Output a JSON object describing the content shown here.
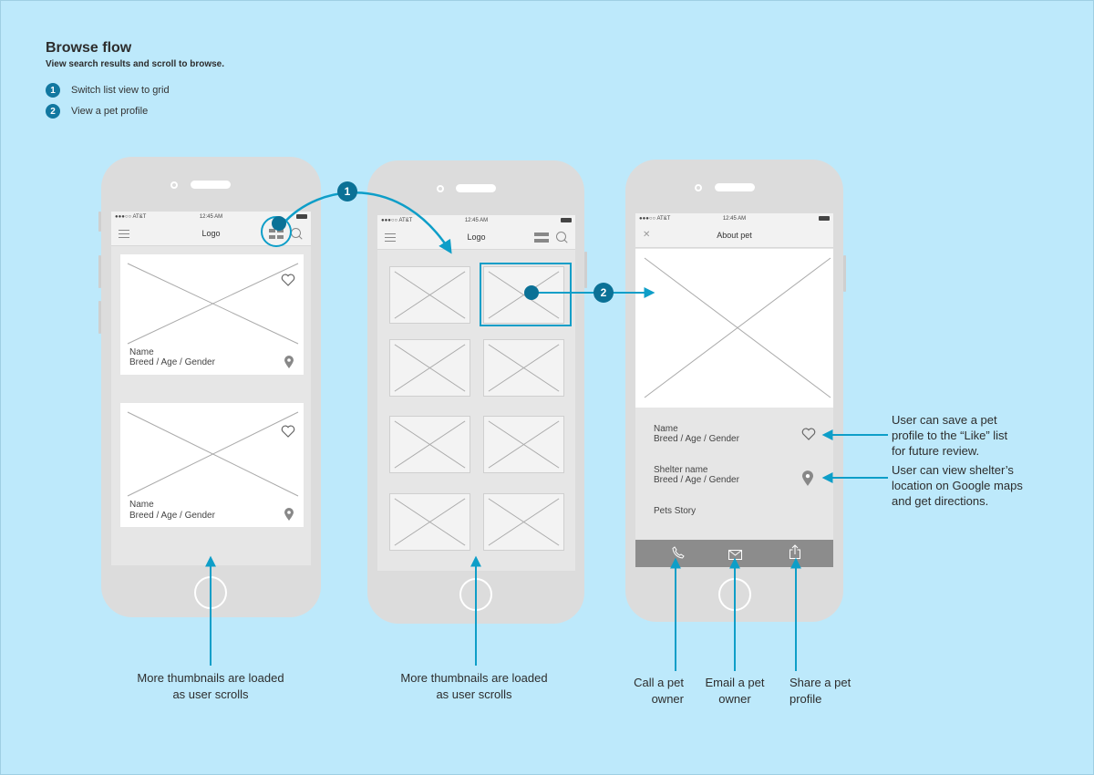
{
  "header": {
    "title": "Browse flow",
    "subtitle": "View search results and scroll to browse.",
    "legend": [
      {
        "num": "1",
        "text": "Switch list view to grid"
      },
      {
        "num": "2",
        "text": "View a pet profile"
      }
    ]
  },
  "status": {
    "carrier": "●●●○○ AT&T",
    "time": "12:45 AM"
  },
  "phone1": {
    "nav_title": "Logo",
    "cards": [
      {
        "name": "Name",
        "sub": "Breed / Age / Gender"
      },
      {
        "name": "Name",
        "sub": "Breed / Age / Gender"
      }
    ]
  },
  "phone2": {
    "nav_title": "Logo"
  },
  "phone3": {
    "nav_title": "About pet",
    "name": "Name",
    "breed": "Breed / Age / Gender",
    "shelter": "Shelter name",
    "shelter_breed": "Breed / Age / Gender",
    "story": "Pets Story"
  },
  "markers": {
    "one": "1",
    "two": "2"
  },
  "annotations": {
    "like": [
      "User can save a pet",
      "profile to the “Like” list",
      "for future review."
    ],
    "location": [
      "User can view shelter’s",
      "location on Google maps",
      "and get directions."
    ]
  },
  "captions": {
    "scroll1": [
      "More thumbnails are loaded",
      "as user scrolls"
    ],
    "scroll2": [
      "More thumbnails are loaded",
      "as user scrolls"
    ],
    "call": [
      "Call a pet",
      "owner"
    ],
    "email": [
      "Email a pet",
      "owner"
    ],
    "share": [
      "Share a pet",
      "profile"
    ]
  },
  "colors": {
    "accent": "#0b7196",
    "background": "#bde9fb",
    "phone": "#dcdcdc"
  }
}
